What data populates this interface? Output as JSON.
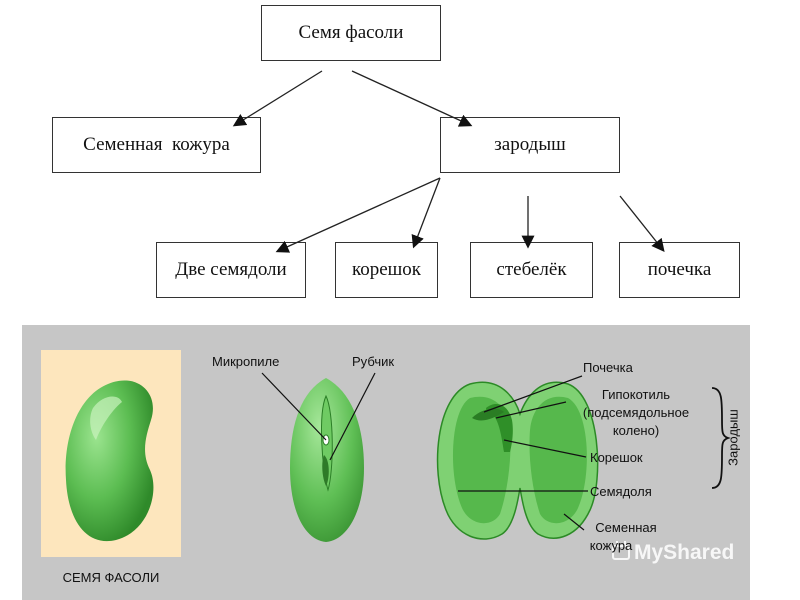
{
  "hierarchy": {
    "root": "Семя фасоли",
    "level1": [
      "Семенная  кожура",
      "зародыш"
    ],
    "level2": [
      "Две семядоли",
      "корешок",
      "стебелёк",
      "почечка"
    ]
  },
  "illustration": {
    "seed_caption": "СЕМЯ ФАСОЛИ",
    "micropyle": "Микропиле",
    "hilum": "Рубчик",
    "bud": "Почечка",
    "hypocotyl_line1": "Гипокотиль",
    "hypocotyl_line2": "(подсемядольное",
    "hypocotyl_line3": "колено)",
    "radicle": "Корешок",
    "cotyledon": "Семядоля",
    "coat_line1": "Семенная",
    "coat_line2": "кожура",
    "embryo_bracket": "Зародыш"
  },
  "watermark": "MyShared",
  "colors": {
    "panel": "#c6c6c6",
    "seed_card": "#fde6bd",
    "seed_green": "#5cbd52",
    "seed_dark": "#3d9a37",
    "seed_light": "#8fd884"
  }
}
